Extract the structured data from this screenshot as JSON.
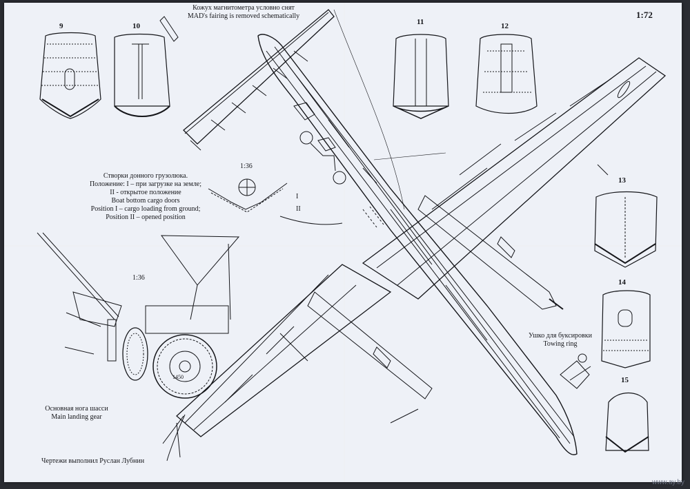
{
  "sheet": {
    "scale_main": "1:72",
    "scale_detail_doors": "1:36",
    "scale_detail_gear": "1:36",
    "mad_note_ru": "Кожух магнитометра условно снят",
    "mad_note_en": "MAD's fairing is removed schematically",
    "doors_note": [
      "Створки донного грузолюка.",
      "Положение: I – при загрузке на земле;",
      "II - открытое положение",
      "Boat bottom cargo doors",
      "Position I – cargo loading from ground;",
      "Position II – opened position"
    ],
    "door_positions": [
      "I",
      "II"
    ],
    "gear_caption_ru": "Основная нога шасси",
    "gear_caption_en": "Main landing gear",
    "towing_ru": "Ушко для буксировки",
    "towing_en": "Towing ring",
    "author": "Чертежи выполнил Руслан Лубнин",
    "sections": [
      "9",
      "10",
      "11",
      "12",
      "13",
      "14",
      "15"
    ],
    "tire_mark": "1450",
    "watermark": "www.ay.by"
  },
  "colors": {
    "paper": "#eef1f7",
    "ink": "#15161a",
    "background": "#2b2d33"
  }
}
